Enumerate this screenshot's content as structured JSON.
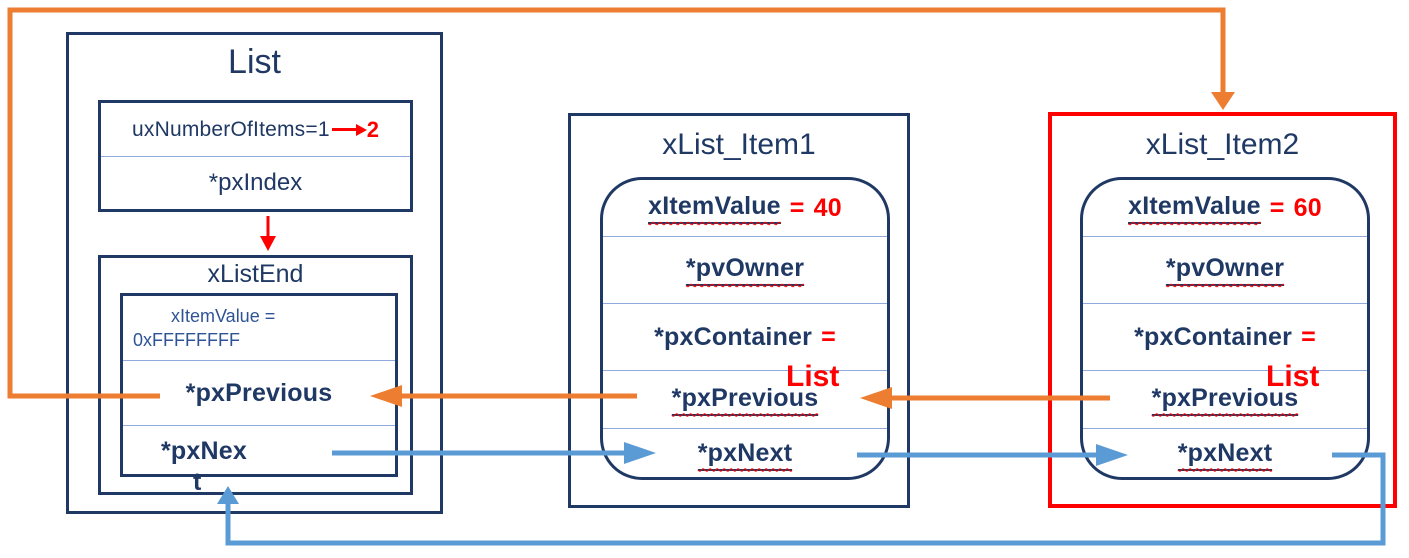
{
  "colors": {
    "navy": "#1F3864",
    "navy_soft": "#2F5496",
    "red": "#FF0000",
    "orange": "#ED7D31",
    "blue": "#5B9BD5",
    "divider": "#8FAADC",
    "bg": "#FFFFFF"
  },
  "list": {
    "title": "List",
    "number_of_items_label": "uxNumberOfItems=1",
    "number_of_items_new_value": "2",
    "index_label": "*pxIndex",
    "list_end": {
      "title": "xListEnd",
      "item_value_line1": "xItemValue =",
      "item_value_line2": "0xFFFFFFFF",
      "previous_label": "*pxPrevious",
      "next_label_clipped": "*pxNex",
      "next_label_overflow": "t"
    }
  },
  "item1": {
    "title": "xList_Item1",
    "item_value_label": "xItemValue",
    "item_value_eq": "=",
    "item_value": "40",
    "owner_label": "*pvOwner",
    "container_label": "*pxContainer",
    "container_eq": "=",
    "container_value": "List",
    "previous_label": "*pxPrevious",
    "next_label": "*pxNext"
  },
  "item2": {
    "title": "xList_Item2",
    "item_value_label": "xItemValue",
    "item_value_eq": "=",
    "item_value": "60",
    "owner_label": "*pvOwner",
    "container_label": "*pxContainer",
    "container_eq": "=",
    "container_value": "List",
    "previous_label": "*pxPrevious",
    "next_label": "*pxNext"
  },
  "connectors": [
    {
      "name": "list-end-previous-to-item2",
      "color": "orange",
      "from": "List.xListEnd.*pxPrevious",
      "to": "xList_Item2 (top)"
    },
    {
      "name": "item1-previous-to-list-end",
      "color": "orange",
      "from": "xList_Item1.*pxPrevious",
      "to": "List.xListEnd.*pxPrevious"
    },
    {
      "name": "item2-previous-to-item1",
      "color": "orange",
      "from": "xList_Item2.*pxPrevious",
      "to": "xList_Item1.*pxPrevious"
    },
    {
      "name": "list-end-next-to-item1",
      "color": "blue",
      "from": "List.xListEnd.*pxNext",
      "to": "xList_Item1.*pxNext"
    },
    {
      "name": "item1-next-to-item2",
      "color": "blue",
      "from": "xList_Item1.*pxNext",
      "to": "xList_Item2.*pxNext"
    },
    {
      "name": "item2-next-to-list-end",
      "color": "blue",
      "from": "xList_Item2.*pxNext",
      "to": "List.xListEnd (bottom)"
    },
    {
      "name": "number-of-items-update",
      "color": "red",
      "from": "uxNumberOfItems=1",
      "to": "2"
    },
    {
      "name": "index-to-list-end",
      "color": "red",
      "from": "*pxIndex",
      "to": "xListEnd"
    }
  ]
}
